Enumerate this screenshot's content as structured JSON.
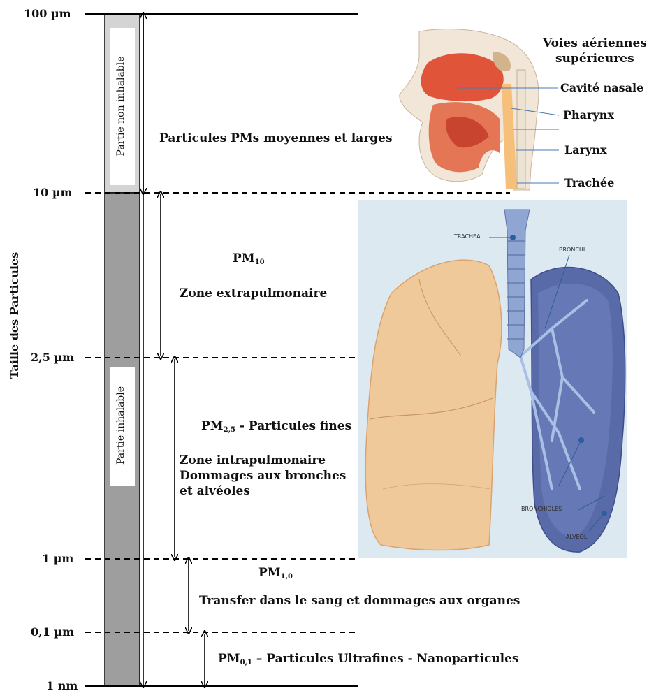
{
  "y_axis_label": "Taille des Particules",
  "ticks": [
    "100 µm",
    "10 µm",
    "2,5 µm",
    "1 µm",
    "0,1 µm",
    "1 nm"
  ],
  "bar_labels": {
    "non_inhalable": "Partie non inhalable",
    "inhalable": "Partie inhalable"
  },
  "zones": {
    "upper": {
      "text": "Particules PMs moyennes et larges"
    },
    "pm10": {
      "name": "PM",
      "sub": "10",
      "text": "Zone extrapulmonaire"
    },
    "pm25": {
      "name": "PM",
      "sub": "2,5",
      "suffix": " - Particules fines",
      "line1": "Zone intrapulmonaire",
      "line2": "Dommages aux bronches",
      "line3": "et alvéoles"
    },
    "pm1": {
      "name": "PM",
      "sub": "1,0",
      "text": "Transfer dans le sang et dommages aux organes"
    },
    "pm01": {
      "name": "PM",
      "sub": "0,1",
      "suffix": " – Particules Ultrafines - Nanoparticules"
    }
  },
  "upper_airways": {
    "title_line1": "Voies aériennes",
    "title_line2": "supérieures",
    "labels": [
      "Cavité nasale",
      "Pharynx",
      "Larynx",
      "Trachée"
    ]
  },
  "lung_labels": {
    "trachea": "TRACHEA",
    "bronchi": "BRONCHI",
    "bronchioles": "BRONCHIOLES",
    "alveoli": "ALVEOLI"
  },
  "colors": {
    "bar_dark": "#9e9e9e",
    "bar_light": "#d4d4d4",
    "lung_bg": "#dde9f1",
    "lung_tissue": "#f0c99a",
    "airway_blue": "#8fa6d2"
  }
}
